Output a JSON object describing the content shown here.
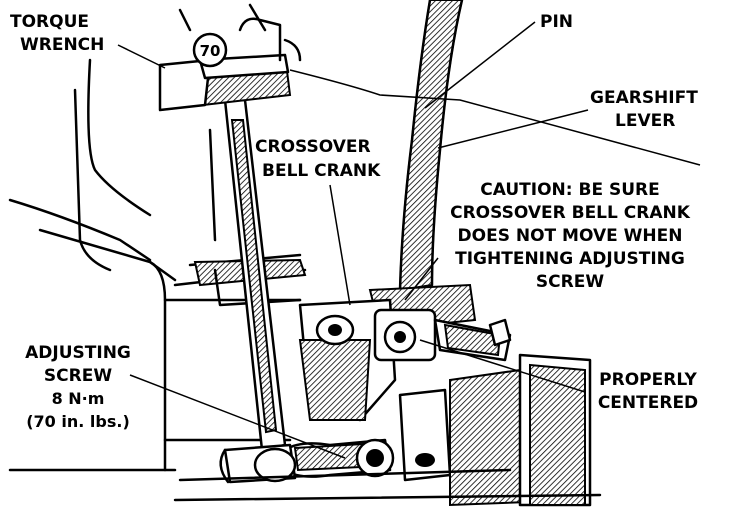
{
  "labels": {
    "torque_wrench": [
      "TORQUE",
      "WRENCH"
    ],
    "dial_value": "70",
    "pin": "PIN",
    "gearshift_lever": [
      "GEARSHIFT",
      "LEVER"
    ],
    "crossover_bell_crank": [
      "CROSSOVER",
      "BELL CRANK"
    ],
    "caution": [
      "CAUTION: BE SURE",
      "CROSSOVER BELL CRANK",
      "DOES NOT MOVE WHEN",
      "TIGHTENING ADJUSTING",
      "SCREW"
    ],
    "adjusting_screw": [
      "ADJUSTING",
      "SCREW",
      "8 N·m",
      "(70 in. lbs.)"
    ],
    "properly_centered": [
      "PROPERLY",
      "CENTERED"
    ]
  }
}
